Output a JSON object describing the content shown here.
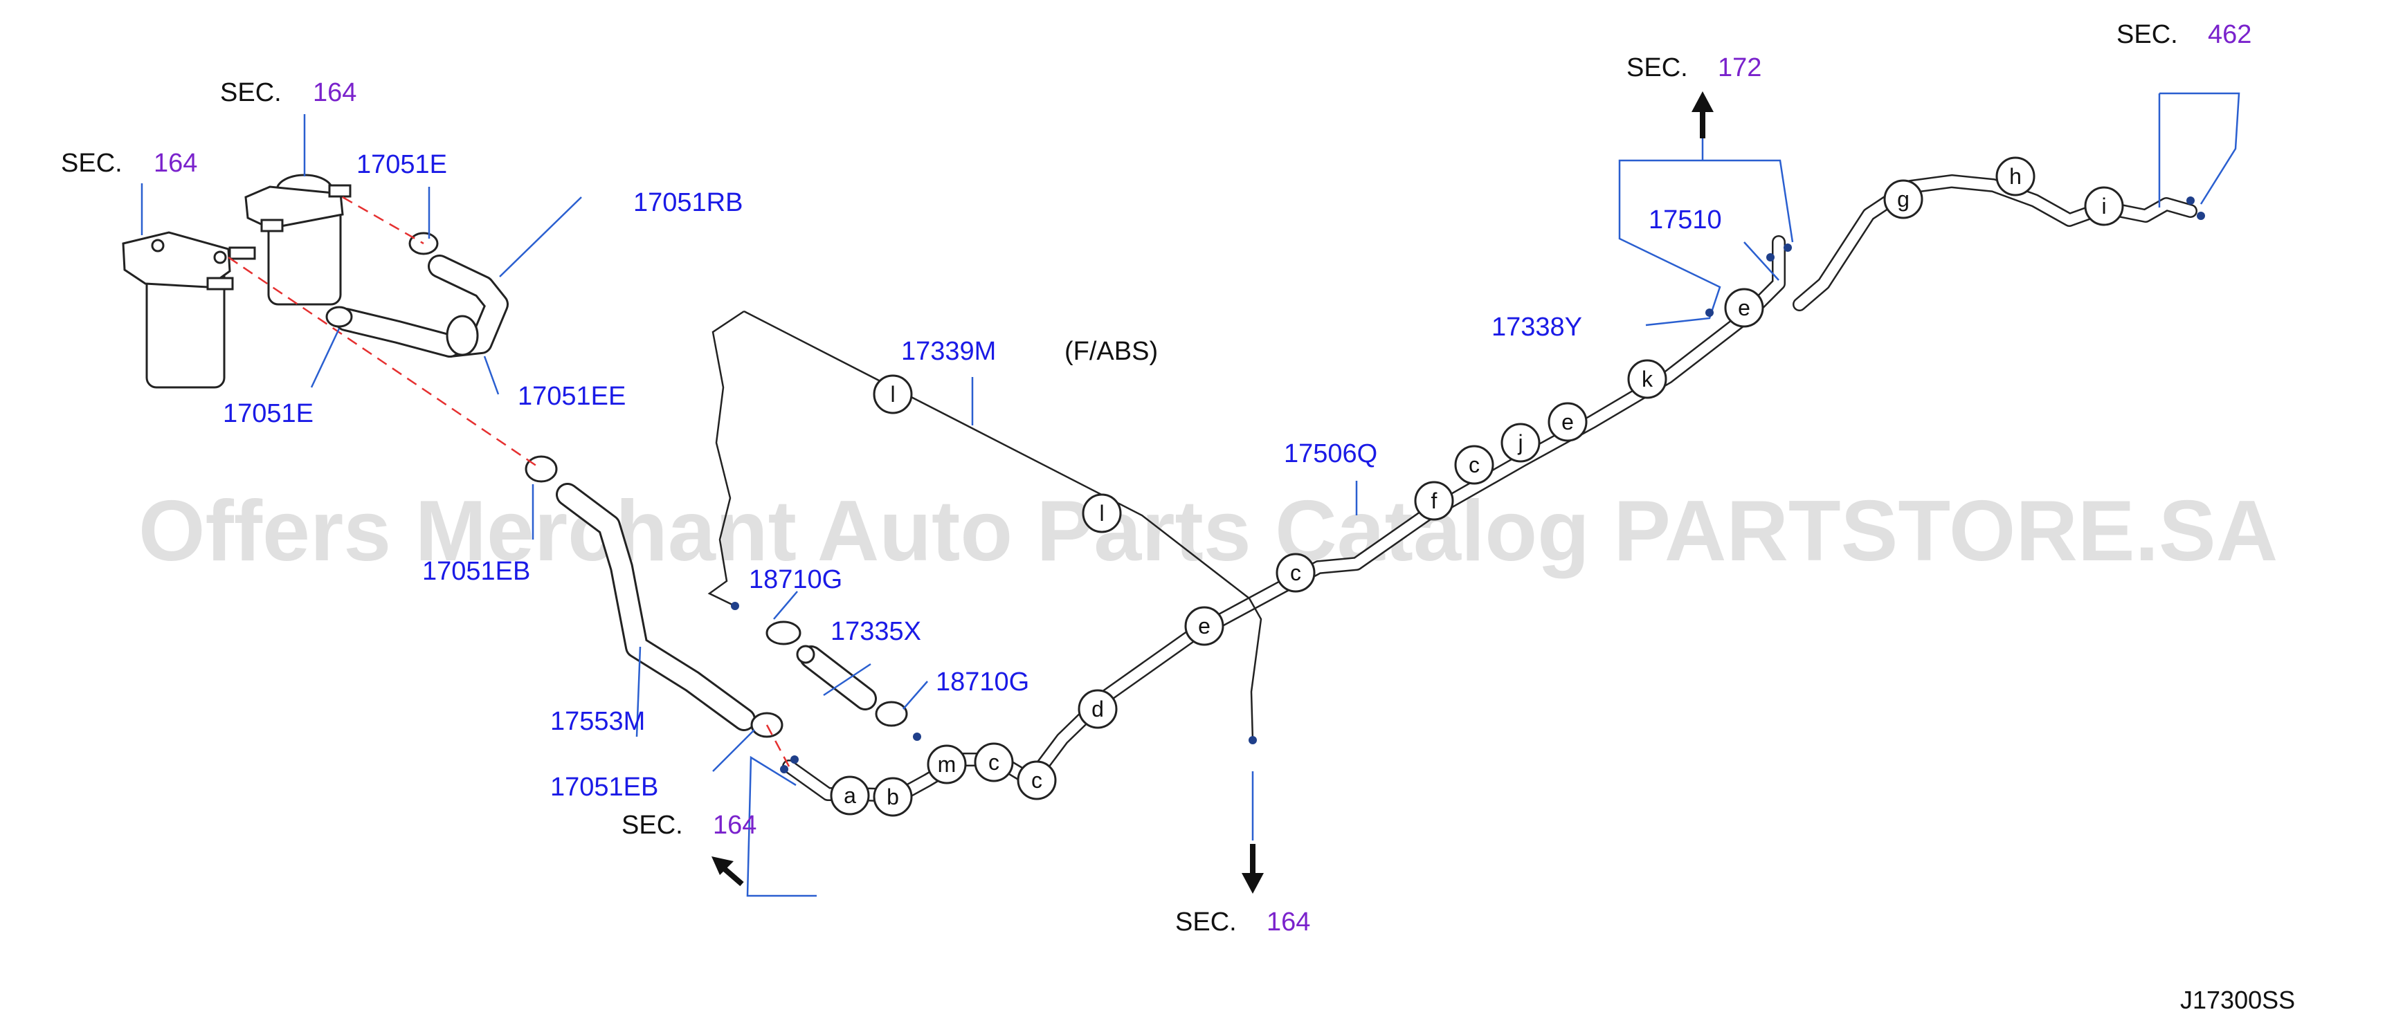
{
  "watermark": "Offers Merchant Auto Parts Catalog PARTSTORE.SA",
  "diagram_code": "J17300SS",
  "note": "(F/ABS)",
  "sec_refs": [
    {
      "prefix": "SEC.",
      "number": "164"
    },
    {
      "prefix": "SEC.",
      "number": "164"
    },
    {
      "prefix": "SEC.",
      "number": "164"
    },
    {
      "prefix": "SEC.",
      "number": "164"
    },
    {
      "prefix": "SEC.",
      "number": "172"
    },
    {
      "prefix": "SEC.",
      "number": "462"
    }
  ],
  "part_labels": [
    "17051E",
    "17051RB",
    "17051E",
    "17051EE",
    "17051EB",
    "17553M",
    "17051EB",
    "18710G",
    "17335X",
    "18710G",
    "17339M",
    "17506Q",
    "17510",
    "17338Y"
  ],
  "circle_labels": [
    "a",
    "b",
    "m",
    "c",
    "c",
    "d",
    "e",
    "c",
    "f",
    "c",
    "j",
    "e",
    "k",
    "e",
    "g",
    "h",
    "i",
    "l",
    "l"
  ],
  "colors": {
    "part_number": "#1a1ae6",
    "sec_number": "#7a22cc",
    "leader_line": "#2a5fd0",
    "dashed_line": "#e53030"
  }
}
